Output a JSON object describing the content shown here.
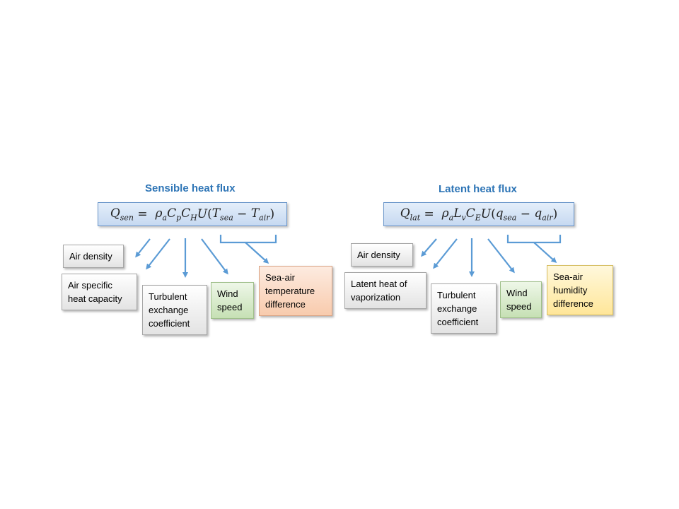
{
  "sensible": {
    "title": "Sensible heat flux",
    "equation": {
      "lhs_sym": "Q",
      "lhs_sub": "sen",
      "rho_sym": "ρ",
      "rho_sub": "a",
      "c1_sym": "C",
      "c1_sub": "p",
      "c2_sym": "C",
      "c2_sub": "H",
      "u_sym": "U",
      "x1_sym": "T",
      "x1_sub": "sea",
      "x2_sym": "T",
      "x2_sub": "air"
    },
    "boxes": {
      "air_density": "Air density",
      "second": "Air specific heat capacity",
      "exchange": "Turbulent exchange coefficient",
      "wind": "Wind speed",
      "difference": "Sea-air temperature difference"
    }
  },
  "latent": {
    "title": "Latent heat flux",
    "equation": {
      "lhs_sym": "Q",
      "lhs_sub": "lat",
      "rho_sym": "ρ",
      "rho_sub": "a",
      "c1_sym": "L",
      "c1_sub": "v",
      "c2_sym": "C",
      "c2_sub": "E",
      "u_sym": "U",
      "x1_sym": "q",
      "x1_sub": "sea",
      "x2_sym": "q",
      "x2_sub": "air"
    },
    "boxes": {
      "air_density": "Air density",
      "second": "Latent heat of vaporization",
      "exchange": "Turbulent exchange coefficient",
      "wind": "Wind speed",
      "difference": "Sea-air humidity difference"
    }
  },
  "colors": {
    "title": "#2e75b6",
    "arrow": "#5b9bd5",
    "equation_fill": "#c6d9f1",
    "wind_fill": "#c6e0b4",
    "temperature_fill": "#f8cbad",
    "humidity_fill": "#ffe699"
  }
}
